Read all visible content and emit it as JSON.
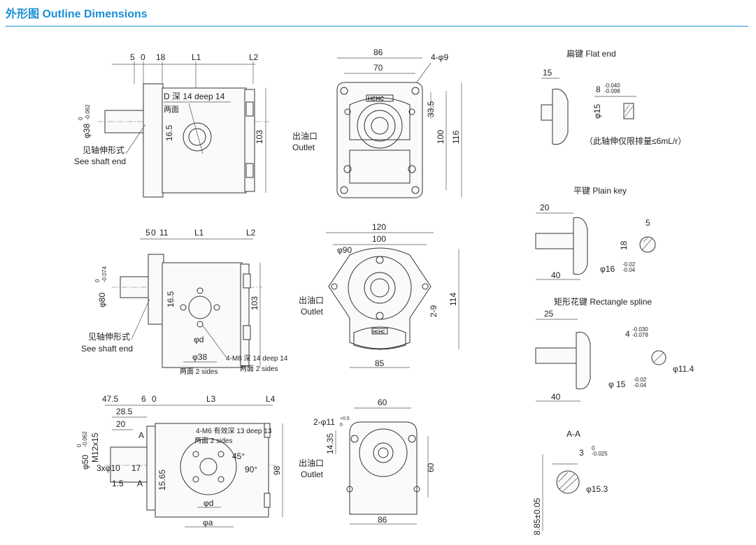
{
  "header": {
    "title": "外形图 Outline Dimensions"
  },
  "view1": {
    "dims_top": [
      "5",
      "0",
      "18",
      "L1",
      "L2"
    ],
    "deep_note": "D 深 14 deep 14",
    "two_sides": "两面",
    "d_165": "16.5",
    "dia38": "φ38",
    "tol": "-0.062",
    "tol0": "0",
    "h103": "103",
    "shaft_cn": "见轴伸形式",
    "shaft_en": "See shaft end"
  },
  "view2": {
    "w86": "86",
    "w70": "70",
    "holes": "4-φ9",
    "h335": "33.5",
    "h100": "100",
    "h116": "116",
    "outlet_cn": "出油口",
    "outlet_en": "Outlet",
    "brand": "HCHC"
  },
  "view3": {
    "dims_top": [
      "5",
      "0",
      "11",
      "L1",
      "L2"
    ],
    "dia80": "φ80",
    "tol": "-0.074",
    "tol0": "0",
    "d_165": "16.5",
    "h103": "103",
    "shaft_cn": "见轴伸形式",
    "shaft_en": "See shaft end",
    "dia_d": "φd",
    "dia38": "φ38",
    "two_sides": "两面 2 sides",
    "holes": "4-M8 深 14 deep 14",
    "two_sides2": "两面 2 sides"
  },
  "view4": {
    "w120": "120",
    "w100": "100",
    "dia90": "φ90",
    "h114": "114",
    "h29": "2-9",
    "w85": "85",
    "outlet_cn": "出油口",
    "outlet_en": "Outlet",
    "brand": "HCHC"
  },
  "view5": {
    "dims_top": [
      "47.5",
      "6",
      "0",
      "L3",
      "L4"
    ],
    "d285": "28.5",
    "d20": "20",
    "a": "A",
    "dia50": "φ50",
    "tol": "-0.062",
    "tol0": "0",
    "m12": "M12x15",
    "d3x10": "3xφ10",
    "d17": "17",
    "d15": "1:5",
    "holes": "4-M6 有效深 13 deep 13",
    "two_sides": "两面 2 sides",
    "ang45": "45°",
    "ang90": "90°",
    "h1565": "15.65",
    "h98": "98",
    "dia_d": "φd",
    "dia_a": "φa"
  },
  "view6": {
    "w60": "60",
    "holes": "2-φ11",
    "tol": "+0.5",
    "tol0": "0",
    "h1435": "14.35",
    "h60": "60",
    "w86": "86",
    "outlet_cn": "出油口",
    "outlet_en": "Outlet"
  },
  "shaft_flat": {
    "title": "扁键 Flat end",
    "d15": "15",
    "d8": "8",
    "tol_up": "-0.040",
    "tol_lo": "-0.098",
    "dia15": "φ15",
    "note": "（此轴伸仅限排量≤6mL/r）"
  },
  "shaft_plain": {
    "title": "平键 Plain key",
    "d20": "20",
    "d40": "40",
    "d5": "5",
    "d18": "18",
    "dia16": "φ16",
    "tol_up": "-0.02",
    "tol_lo": "-0.04"
  },
  "shaft_spline": {
    "title": "矩形花键 Rectangle spline",
    "d25": "25",
    "d40": "40",
    "d4": "4",
    "tol_up": "-0.030",
    "tol_lo": "-0.078",
    "dia114": "φ11.4",
    "dia15": "φ 15",
    "tol_up2": "-0.02",
    "tol_lo2": "-0.04"
  },
  "section_aa": {
    "title": "A-A",
    "d3": "3",
    "tol_up": "0",
    "tol_lo": "-0.025",
    "dia153": "φ15.3",
    "h885": "8.85±0.05"
  }
}
